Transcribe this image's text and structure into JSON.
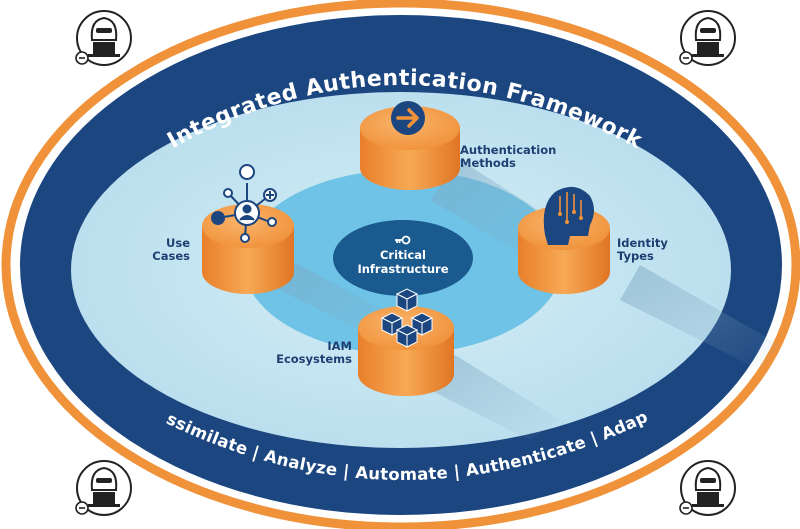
{
  "framework": {
    "title": "Integrated Authentication Framework",
    "center": {
      "line1": "Critical",
      "line2": "Infrastructure"
    },
    "pillars": [
      {
        "id": "authentication-methods",
        "line1": "Authentication",
        "line2": "Methods",
        "icon": "arrow-right-icon"
      },
      {
        "id": "identity-types",
        "line1": "Identity",
        "line2": "Types",
        "icon": "ai-head-icon"
      },
      {
        "id": "iam-ecosystems",
        "line1": "IAM",
        "line2": "Ecosystems",
        "icon": "cubes-icon"
      },
      {
        "id": "use-cases",
        "line1": "Use",
        "line2": "Cases",
        "icon": "network-user-icon"
      }
    ],
    "bottom_phrase": "Assimilate | Analyze | Automate | Authenticate | Adapt"
  },
  "colors": {
    "orange_ring": "#f0923a",
    "navy_ring": "#1c4680",
    "light_field": "#bfe3f0",
    "inner_disc": "#6fc3e6",
    "center_oval": "#1a5a8f",
    "cylinder": "#f0923a",
    "label_text": "#1f3f73",
    "divider": "#f0923a"
  },
  "threat_icons": [
    "hacker-laptop-icon",
    "hacker-laptop-icon",
    "hacker-laptop-icon",
    "hacker-laptop-icon"
  ]
}
